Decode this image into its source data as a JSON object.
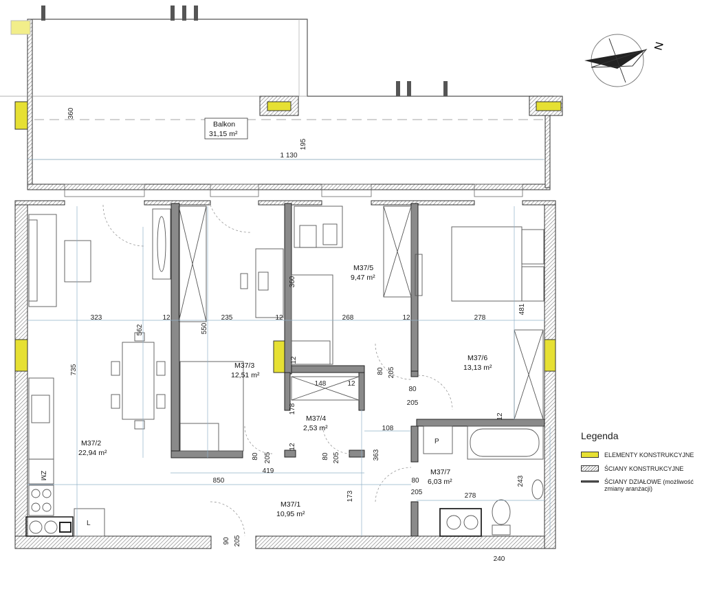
{
  "compass": {
    "north_label": "N"
  },
  "rooms": [
    {
      "name": "Balkon",
      "area": "31,15 m²"
    },
    {
      "name": "M37/1",
      "area": "10,95 m²"
    },
    {
      "name": "M37/2",
      "area": "22,94 m²"
    },
    {
      "name": "M37/3",
      "area": "12,51 m²"
    },
    {
      "name": "M37/4",
      "area": "2,53 m²"
    },
    {
      "name": "M37/5",
      "area": "9,47 m²"
    },
    {
      "name": "M37/6",
      "area": "13,13 m²"
    },
    {
      "name": "M37/7",
      "area": "6,03 m²"
    }
  ],
  "dimensions": [
    "360",
    "195",
    "1 130",
    "323",
    "12",
    "235",
    "12",
    "268",
    "12",
    "278",
    "562",
    "550",
    "360",
    "481",
    "735",
    "12",
    "148",
    "12",
    "80",
    "205",
    "80",
    "205",
    "178",
    "108",
    "12",
    "80",
    "205",
    "12",
    "80",
    "205",
    "363",
    "419",
    "850",
    "173",
    "80",
    "205",
    "278",
    "243",
    "90",
    "205",
    "240"
  ],
  "fixtures": {
    "fridge": "ZM",
    "washer": "P",
    "cabinet": "L"
  },
  "legend": {
    "title": "Legenda",
    "items": [
      {
        "label": "ELEMENTY KONSTRUKCYJNE",
        "swatch": "yellow",
        "color": "#e6e033"
      },
      {
        "label": "ŚCIANY KONSTRUKCYJNE",
        "swatch": "hatch"
      },
      {
        "label": "ŚCIANY DZIAŁOWE (możliwość zmiany aranżacji)",
        "swatch": "line"
      }
    ]
  }
}
